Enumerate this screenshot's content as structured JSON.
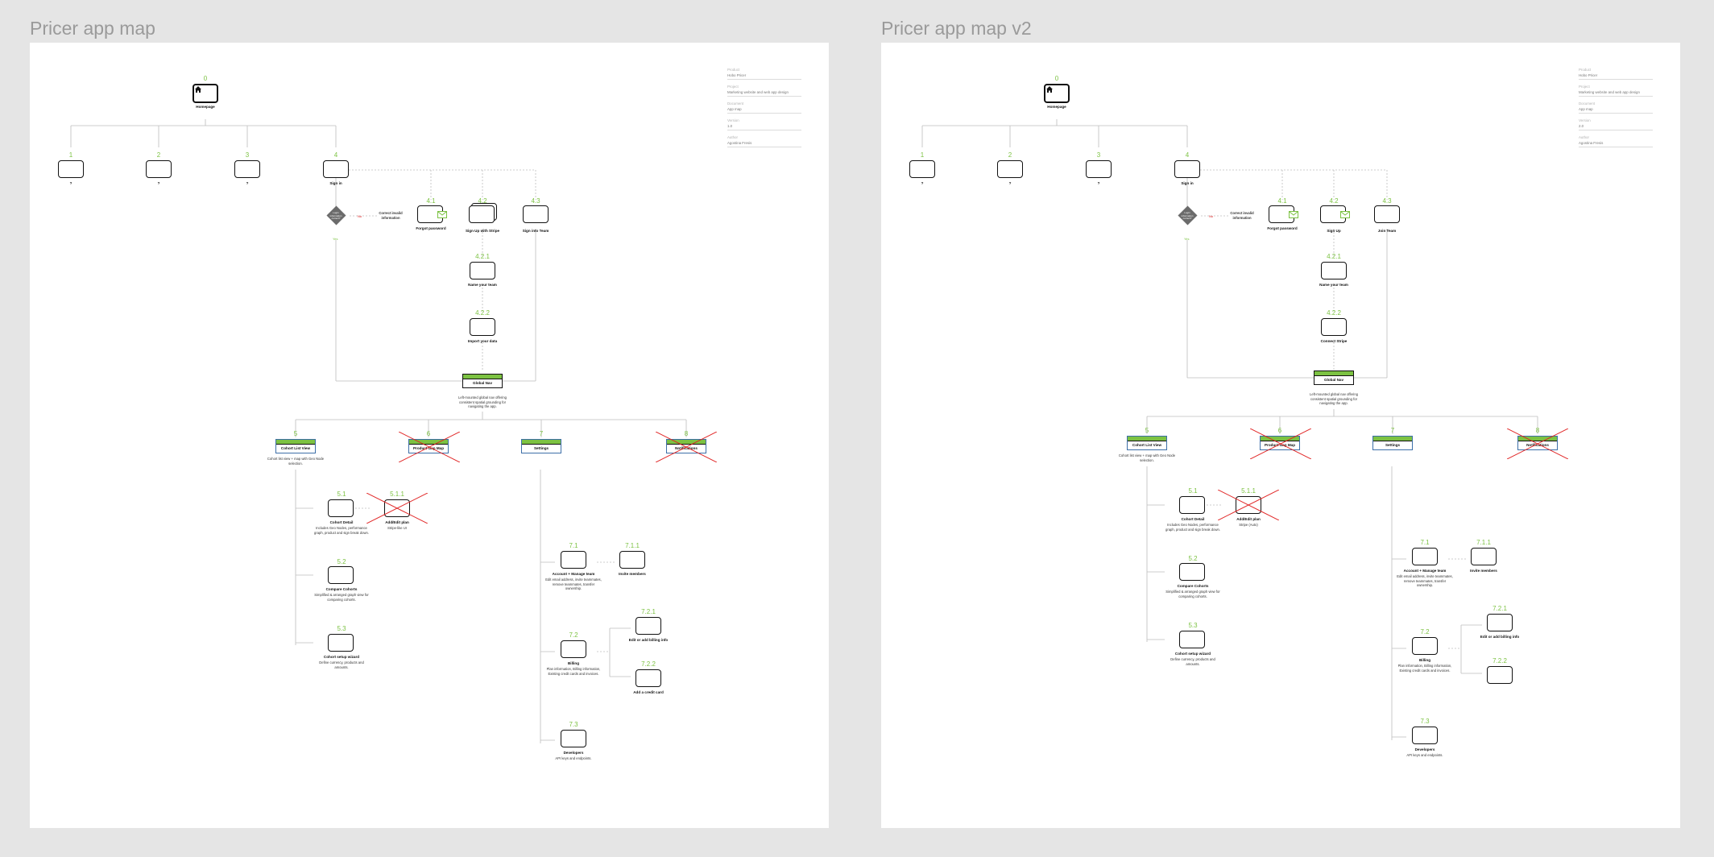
{
  "frames": [
    {
      "title": "Pricer app map",
      "meta": [
        {
          "key": "Product",
          "value": "Hobo Pricer"
        },
        {
          "key": "Project",
          "value": "Marketing website and web app design"
        },
        {
          "key": "Document",
          "value": "App map"
        },
        {
          "key": "Version",
          "value": "1.0"
        },
        {
          "key": "Author",
          "value": "Agostina Fresis"
        }
      ],
      "home": {
        "num": "0",
        "label": "Homepage"
      },
      "top": [
        {
          "num": "1",
          "label": "?"
        },
        {
          "num": "2",
          "label": "?"
        },
        {
          "num": "3",
          "label": "?"
        },
        {
          "num": "4",
          "label": "Sign in"
        }
      ],
      "decision": {
        "text": "Login information correct?",
        "yes": "Yes",
        "no": "No"
      },
      "incorrect": "Correct invalid information",
      "signin_children": [
        {
          "num": "4.1",
          "label": "Forgot password"
        },
        {
          "num": "4.2",
          "label": "Sign Up with Stripe"
        },
        {
          "num": "4.3",
          "label": "Sign into Team"
        }
      ],
      "signup_steps": [
        {
          "num": "4.2.1",
          "label": "Name your team"
        },
        {
          "num": "4.2.2",
          "label": "Import your data"
        }
      ],
      "global_nav": {
        "label": "Global Nav",
        "desc": "Left-mounted global nav offering consistent spatial grounding for navigating the app."
      },
      "sections": [
        {
          "num": "5",
          "label": "Cohort List View",
          "desc": "Cohort list view + map with Geo Node selection."
        },
        {
          "num": "6",
          "label": "Product Gap Map",
          "crossed": true
        },
        {
          "num": "7",
          "label": "Settings"
        },
        {
          "num": "8",
          "label": "Notifications",
          "crossed": true
        }
      ],
      "cohort_children": [
        {
          "num": "5.1",
          "label": "Cohort Detail",
          "desc": "Includes Geo Nodes, performance graph, product and sign break down."
        },
        {
          "num": "5.2",
          "label": "Compare Cohorts",
          "desc": "Simplified & arranged graph view for comparing cohorts."
        },
        {
          "num": "5.3",
          "label": "Cohort setup wizard",
          "desc": "Define currency, products and amounts."
        }
      ],
      "add_plan": {
        "num": "5.1.1",
        "label": "Add/Edit plan",
        "desc": "Stripe-like UI",
        "crossed": true
      },
      "settings_children": [
        {
          "num": "7.1",
          "label": "Account + Manage team",
          "desc": "Edit email address, invite teammates, remove teammates, transfer ownership."
        },
        {
          "num": "7.2",
          "label": "Billing",
          "desc": "Plan information, Billing information, Existing credit cards and invoices."
        },
        {
          "num": "7.3",
          "label": "Developers",
          "desc": "API keys and endpoints."
        }
      ],
      "invite": {
        "num": "7.1.1",
        "label": "Invite members"
      },
      "billing_children": [
        {
          "num": "7.2.1",
          "label": "Edit or add billing info"
        },
        {
          "num": "7.2.2",
          "label": "Add a credit card"
        }
      ]
    },
    {
      "title": "Pricer app map v2",
      "meta": [
        {
          "key": "Product",
          "value": "Hobo Pricer"
        },
        {
          "key": "Project",
          "value": "Marketing website and web app design"
        },
        {
          "key": "Document",
          "value": "App map"
        },
        {
          "key": "Version",
          "value": "2.0"
        },
        {
          "key": "Author",
          "value": "Agostina Fresis"
        }
      ],
      "home": {
        "num": "0",
        "label": "Homepage"
      },
      "top": [
        {
          "num": "1",
          "label": "?"
        },
        {
          "num": "2",
          "label": "?"
        },
        {
          "num": "3",
          "label": "?"
        },
        {
          "num": "4",
          "label": "Sign in"
        }
      ],
      "decision": {
        "text": "Login information correct?",
        "yes": "Yes",
        "no": "No"
      },
      "incorrect": "Correct invalid information",
      "signin_children": [
        {
          "num": "4.1",
          "label": "Forgot password"
        },
        {
          "num": "4.2",
          "label": "Sign Up"
        },
        {
          "num": "4.3",
          "label": "Join Team"
        }
      ],
      "signup_steps": [
        {
          "num": "4.2.1",
          "label": "Name your team"
        },
        {
          "num": "4.2.2",
          "label": "Connect Stripe"
        }
      ],
      "global_nav": {
        "label": "Global Nav",
        "desc": "Left-mounted global nav offering consistent spatial grounding for navigating the app."
      },
      "sections": [
        {
          "num": "5",
          "label": "Cohort List View",
          "desc": "Cohort list view + map with Geo Node selection."
        },
        {
          "num": "6",
          "label": "Product Gap Map",
          "crossed": true
        },
        {
          "num": "7",
          "label": "Settings"
        },
        {
          "num": "8",
          "label": "Notifications",
          "crossed": true
        }
      ],
      "cohort_children": [
        {
          "num": "5.1",
          "label": "Cohort Detail",
          "desc": "Includes Geo Nodes, performance graph, product and sign break down."
        },
        {
          "num": "5.2",
          "label": "Compare Cohorts",
          "desc": "Simplified & arranged graph view for comparing cohorts."
        },
        {
          "num": "5.3",
          "label": "Cohort setup wizard",
          "desc": "Define currency, products and amounts."
        }
      ],
      "add_plan": {
        "num": "5.1.1",
        "label": "Add/Edit plan",
        "desc": "Stripe (Auto)",
        "crossed": true
      },
      "settings_children": [
        {
          "num": "7.1",
          "label": "Account + Manage team",
          "desc": "Edit email address, invite teammates, remove teammates, transfer ownership."
        },
        {
          "num": "7.2",
          "label": "Billing",
          "desc": "Plan information, Billing information, Existing credit cards and invoices."
        },
        {
          "num": "7.3",
          "label": "Developers",
          "desc": "API keys and endpoints."
        }
      ],
      "invite": {
        "num": "7.1.1",
        "label": "Invite members"
      },
      "billing_children": [
        {
          "num": "7.2.1",
          "label": "Edit or add billing info"
        },
        {
          "num": "7.2.2",
          "label": ""
        }
      ]
    }
  ],
  "colors": {
    "accent_green": "#7cc242",
    "cross_red": "#e02020",
    "nav_blue": "#3d6fa8",
    "board": "#ffffff",
    "canvas": "#e5e5e5"
  }
}
